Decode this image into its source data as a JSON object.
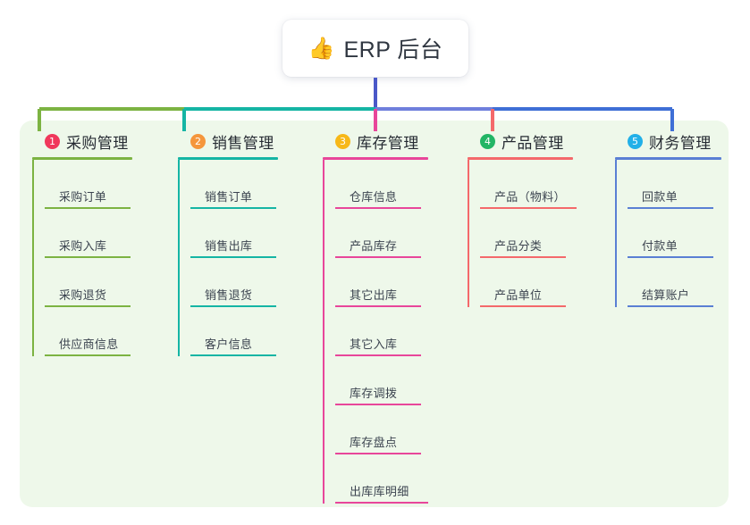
{
  "root": {
    "icon": "thumbs-up-emoji",
    "emoji": "👍",
    "title": "ERP 后台"
  },
  "panel": {
    "background": "#eef8ea"
  },
  "connector": {
    "trunk_color": "#4a58c8",
    "segments": [
      {
        "color": "#7cb342",
        "from": "col-0",
        "to": "col-1"
      },
      {
        "color": "#15b5a4",
        "from": "col-1",
        "to": "col-2"
      },
      {
        "color": "#6f7fdc",
        "from": "col-2",
        "to": "col-3"
      },
      {
        "color": "#3f6fd6",
        "from": "col-3",
        "to": "col-4"
      }
    ]
  },
  "columns": [
    {
      "index": "1",
      "title": "采购管理",
      "badge_color": "#f0385b",
      "line_color": "#7cb342",
      "items": [
        {
          "label": "采购订单"
        },
        {
          "label": "采购入库"
        },
        {
          "label": "采购退货"
        },
        {
          "label": "供应商信息"
        }
      ]
    },
    {
      "index": "2",
      "title": "销售管理",
      "badge_color": "#f5963c",
      "line_color": "#15b5a4",
      "items": [
        {
          "label": "销售订单"
        },
        {
          "label": "销售出库"
        },
        {
          "label": "销售退货"
        },
        {
          "label": "客户信息"
        }
      ]
    },
    {
      "index": "3",
      "title": "库存管理",
      "badge_color": "#f7b818",
      "line_color": "#e8469a",
      "items": [
        {
          "label": "仓库信息"
        },
        {
          "label": "产品库存"
        },
        {
          "label": "其它出库"
        },
        {
          "label": "其它入库"
        },
        {
          "label": "库存调拨"
        },
        {
          "label": "库存盘点"
        },
        {
          "label": "出库库明细"
        }
      ]
    },
    {
      "index": "4",
      "title": "产品管理",
      "badge_color": "#22b565",
      "line_color": "#f4696b",
      "items": [
        {
          "label": "产品（物料）"
        },
        {
          "label": "产品分类"
        },
        {
          "label": "产品单位"
        }
      ]
    },
    {
      "index": "5",
      "title": "财务管理",
      "badge_color": "#22b0e8",
      "line_color": "#5a7fd4",
      "items": [
        {
          "label": "回款单"
        },
        {
          "label": "付款单"
        },
        {
          "label": "结算账户"
        }
      ]
    }
  ]
}
